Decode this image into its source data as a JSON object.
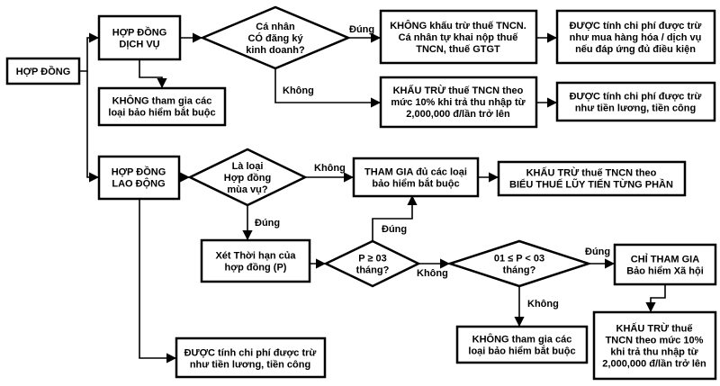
{
  "nodes": {
    "hop_dong": [
      "HỢP ĐỒNG"
    ],
    "hd_dich_vu": [
      "HỢP ĐỒNG",
      "DỊCH VỤ"
    ],
    "q_dang_ky": [
      "Cá nhân",
      "CÓ đăng ký",
      "kinh doanh?"
    ],
    "khong_khau_tru": [
      "KHÔNG khấu trừ thuế TNCN.",
      "Cá nhân tự khai nộp thuế",
      "TNCN, thuế GTGT"
    ],
    "cp_mua_hang": [
      "ĐƯỢC tính chi phí được trừ",
      "như mua hàng hóa / dịch vụ",
      "nếu đáp ứng đủ điều kiện"
    ],
    "khong_bh_1": [
      "KHÔNG tham gia các",
      "loại bảo hiểm bắt buộc"
    ],
    "khau_tru_10_a": [
      "KHẤU TRỪ thuế TNCN theo",
      "mức 10% khi trả  thu nhập từ",
      "2,000,000 đ/lần trở lên"
    ],
    "cp_tien_luong_a": [
      "ĐƯỢC tính chi phí được trừ",
      "như tiền lương, tiền công"
    ],
    "hd_lao_dong": [
      "HỢP ĐỒNG",
      "LAO ĐỘNG"
    ],
    "q_mua_vu": [
      "Là loại",
      "Hợp đồng",
      "mùa vụ?"
    ],
    "tham_gia_bh": [
      "THAM GIA đủ các loại",
      "bảo hiểm bắt buộc"
    ],
    "khau_tru_luy_tien": [
      "KHẤU TRỪ thuế TNCN theo",
      "BIỂU THUẾ LŨY TIẾN TỪNG PHẦN"
    ],
    "xet_thoi_han": [
      "Xét Thời hạn của",
      "hợp đồng (P)"
    ],
    "q_p_ge_03": [
      "P ≥ 03",
      "tháng?"
    ],
    "q_p_01_03": [
      "01 ≤ P < 03",
      "tháng?"
    ],
    "chi_tham_gia": [
      "CHỈ THAM GIA",
      "Bảo hiểm Xã hội"
    ],
    "khong_bh_2": [
      "KHÔNG tham gia các",
      "loại bảo hiểm bắt buộc"
    ],
    "khau_tru_10_b": [
      "KHẤU TRỪ thuế",
      "TNCN theo mức 10%",
      "khi trả  thu nhập từ",
      "2,000,000 đ/lần trở lên"
    ],
    "cp_tien_luong_b": [
      "ĐƯỢC tính chi phí được trừ",
      "như tiền lương, tiền công"
    ]
  },
  "edge_labels": {
    "dung_1": "Đúng",
    "khong_1": "Không",
    "khong_2": "Không",
    "dung_2": "Đúng",
    "dung_3": "Đúng",
    "khong_3": "Không",
    "dung_4": "Đúng",
    "khong_4": "Không"
  }
}
